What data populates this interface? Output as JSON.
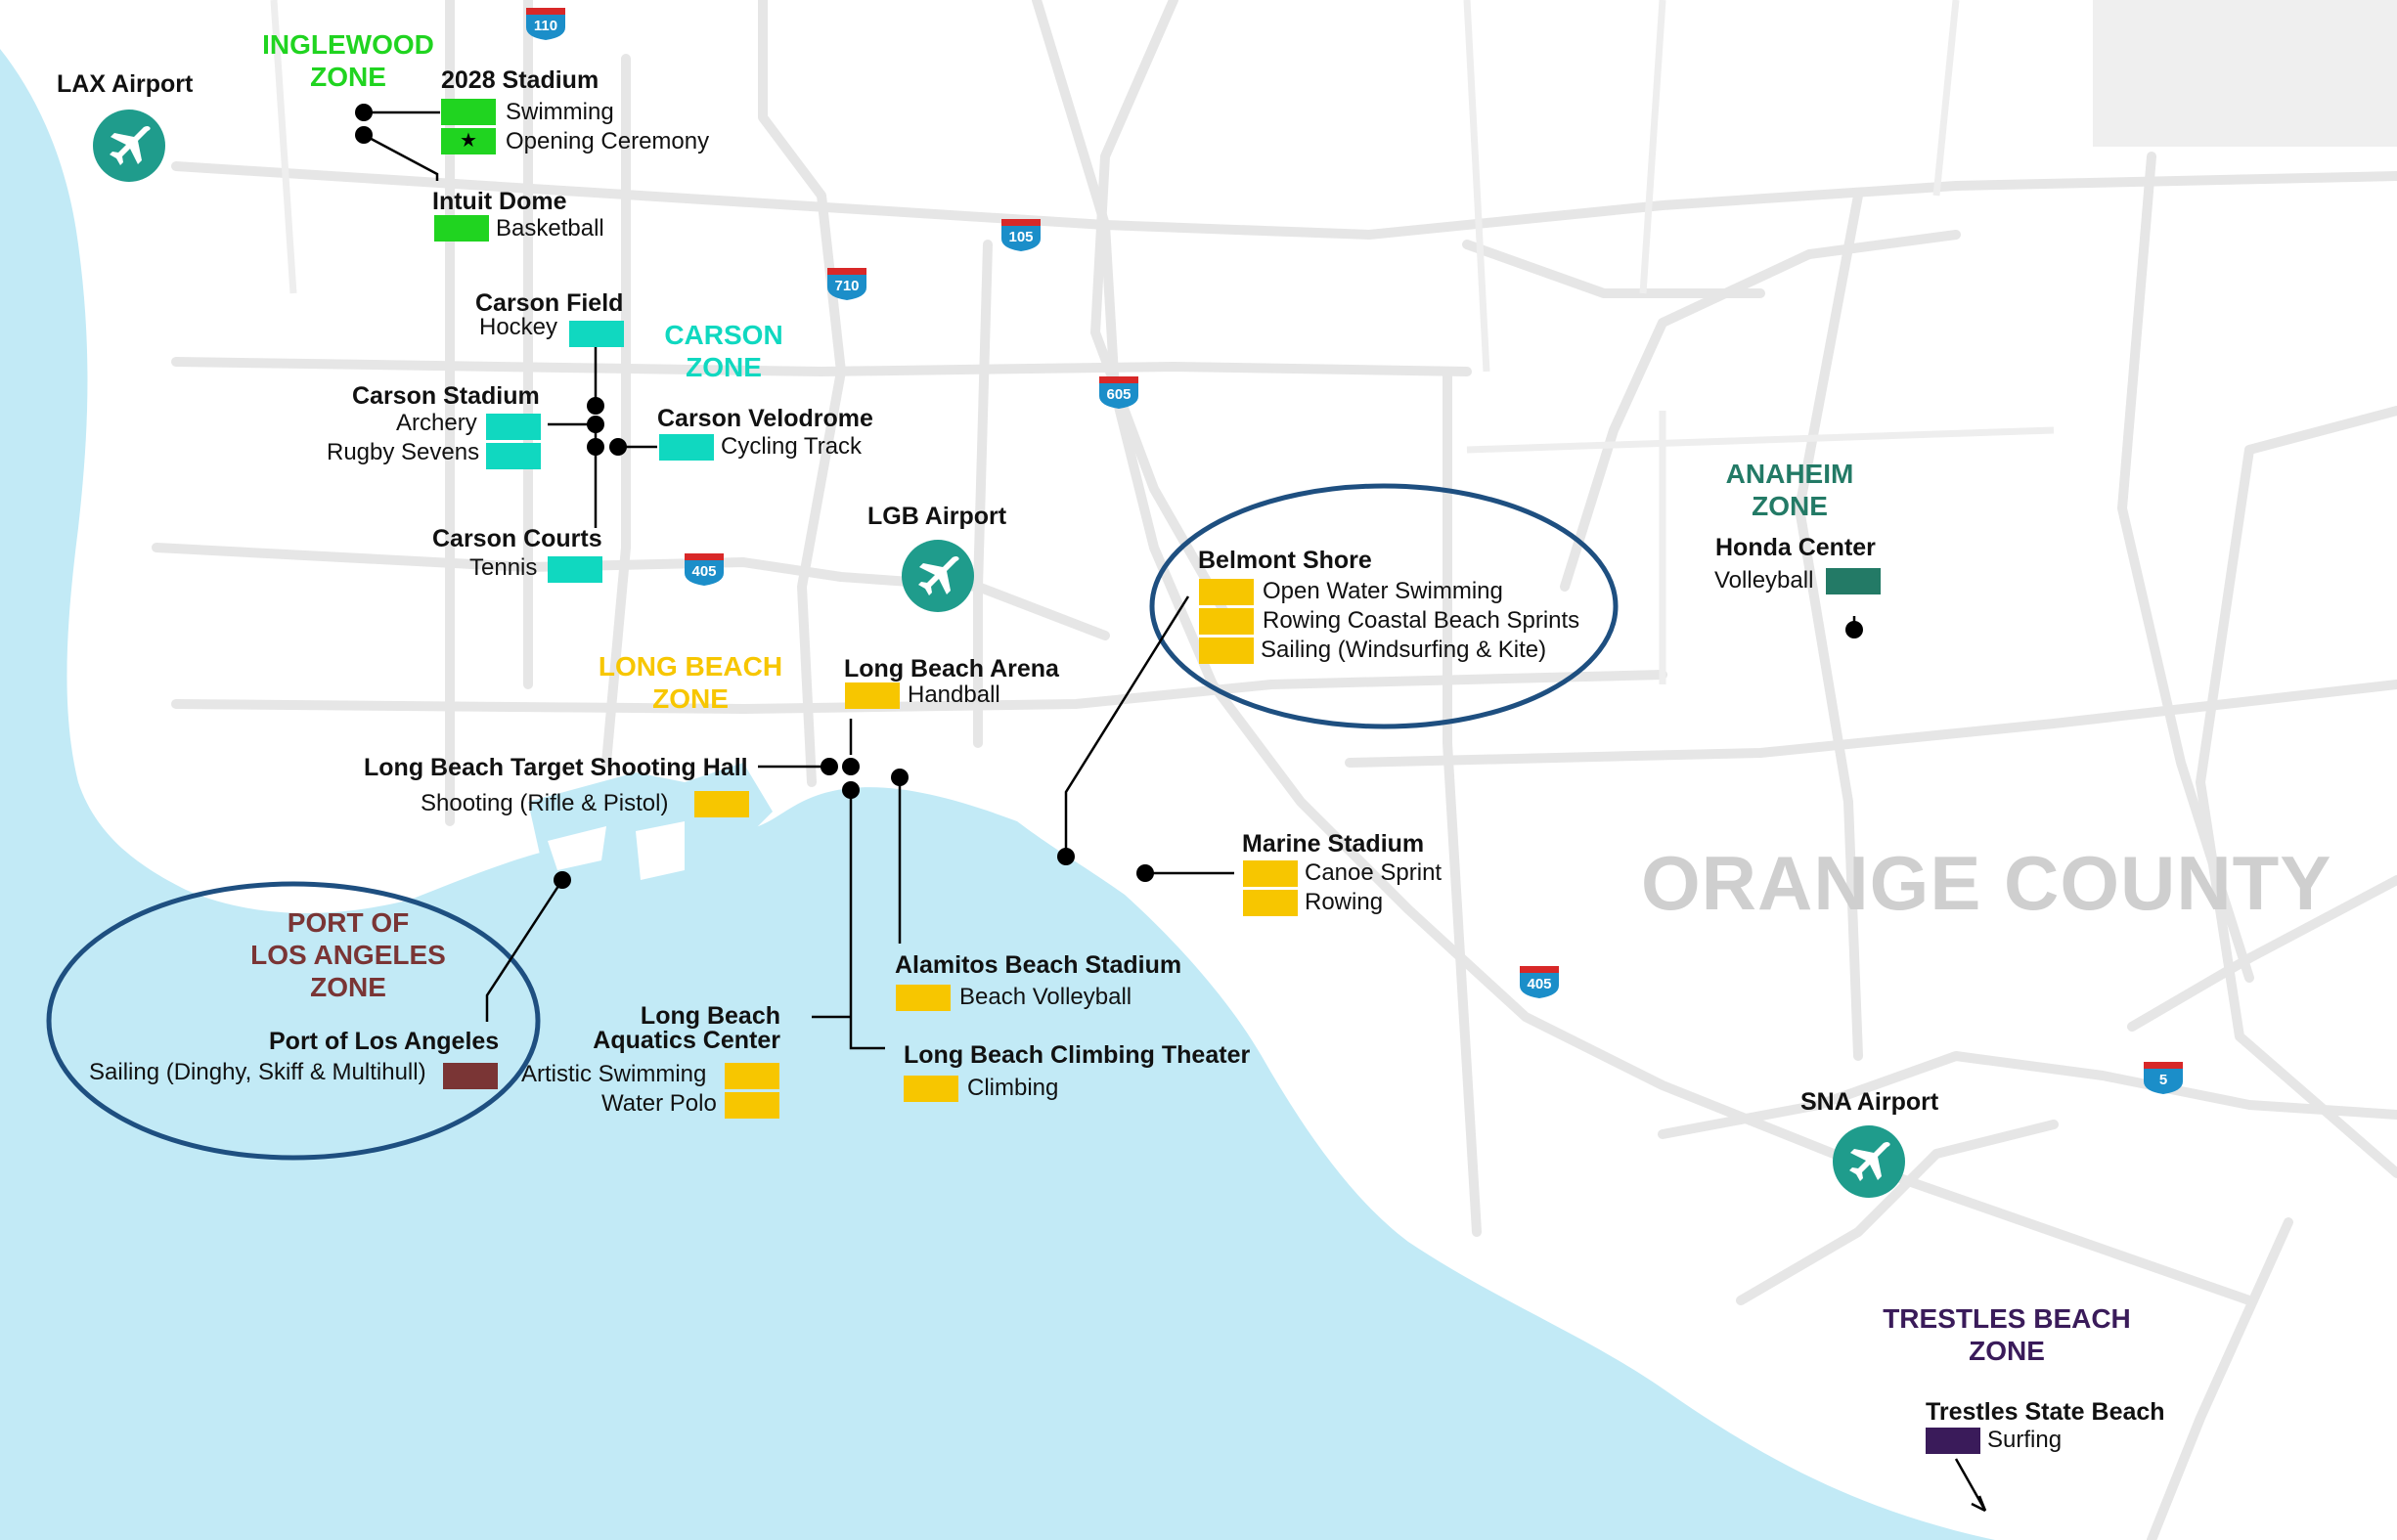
{
  "colors": {
    "inglewood": "#20d420",
    "carson": "#10d8c0",
    "long_beach": "#f7c600",
    "port_la": "#7a3535",
    "anaheim": "#237a66",
    "trestles": "#3a1b5a",
    "airport": "#1f9c8c",
    "water": "#c2eaf6",
    "road": "#e6e6e6",
    "circle": "#1e4f80"
  },
  "airports": [
    {
      "label": "LAX Airport",
      "icon": "airplane-icon"
    },
    {
      "label": "LGB Airport",
      "icon": "airplane-icon"
    },
    {
      "label": "SNA Airport",
      "icon": "airplane-icon"
    }
  ],
  "zones": {
    "inglewood": {
      "line1": "INGLEWOOD",
      "line2": "ZONE"
    },
    "carson": {
      "line1": "CARSON",
      "line2": "ZONE"
    },
    "long_beach": {
      "line1": "LONG BEACH",
      "line2": "ZONE"
    },
    "port_la": {
      "line1": "PORT OF",
      "line2": "LOS ANGELES",
      "line3": "ZONE"
    },
    "anaheim": {
      "line1": "ANAHEIM",
      "line2": "ZONE"
    },
    "trestles": {
      "line1": "TRESTLES BEACH",
      "line2": "ZONE"
    }
  },
  "region_label": "ORANGE COUNTY",
  "highways": [
    "110",
    "105",
    "710",
    "605",
    "405",
    "405",
    "5"
  ],
  "venues": {
    "stadium_2028": {
      "name": "2028 Stadium",
      "events": [
        "Swimming",
        "Opening Ceremony"
      ]
    },
    "intuit_dome": {
      "name": "Intuit Dome",
      "events": [
        "Basketball"
      ]
    },
    "carson_field": {
      "name": "Carson Field",
      "events": [
        "Hockey"
      ]
    },
    "carson_stadium": {
      "name": "Carson Stadium",
      "events": [
        "Archery",
        "Rugby Sevens"
      ]
    },
    "carson_velodrome": {
      "name": "Carson Velodrome",
      "events": [
        "Cycling Track"
      ]
    },
    "carson_courts": {
      "name": "Carson Courts",
      "events": [
        "Tennis"
      ]
    },
    "long_beach_arena": {
      "name": "Long Beach Arena",
      "events": [
        "Handball"
      ]
    },
    "lb_shooting": {
      "name": "Long Beach Target Shooting Hall",
      "events": [
        "Shooting (Rifle & Pistol)"
      ]
    },
    "belmont_shore": {
      "name": "Belmont Shore",
      "events": [
        "Open Water Swimming",
        "Rowing Coastal Beach Sprints",
        "Sailing (Windsurfing & Kite)"
      ]
    },
    "marine_stadium": {
      "name": "Marine Stadium",
      "events": [
        "Canoe Sprint",
        "Rowing"
      ]
    },
    "alamitos": {
      "name": "Alamitos Beach Stadium",
      "events": [
        "Beach Volleyball"
      ]
    },
    "lb_aquatics": {
      "line1": "Long Beach",
      "line2": "Aquatics Center",
      "events": [
        "Artistic Swimming",
        "Water Polo"
      ]
    },
    "lb_climbing": {
      "name": "Long Beach Climbing Theater",
      "events": [
        "Climbing"
      ]
    },
    "port_la_venue": {
      "name": "Port of Los Angeles",
      "events": [
        "Sailing (Dinghy, Skiff & Multihull)"
      ]
    },
    "honda_center": {
      "name": "Honda Center",
      "events": [
        "Volleyball"
      ]
    },
    "trestles_beach": {
      "name": "Trestles State Beach",
      "events": [
        "Surfing"
      ]
    }
  }
}
